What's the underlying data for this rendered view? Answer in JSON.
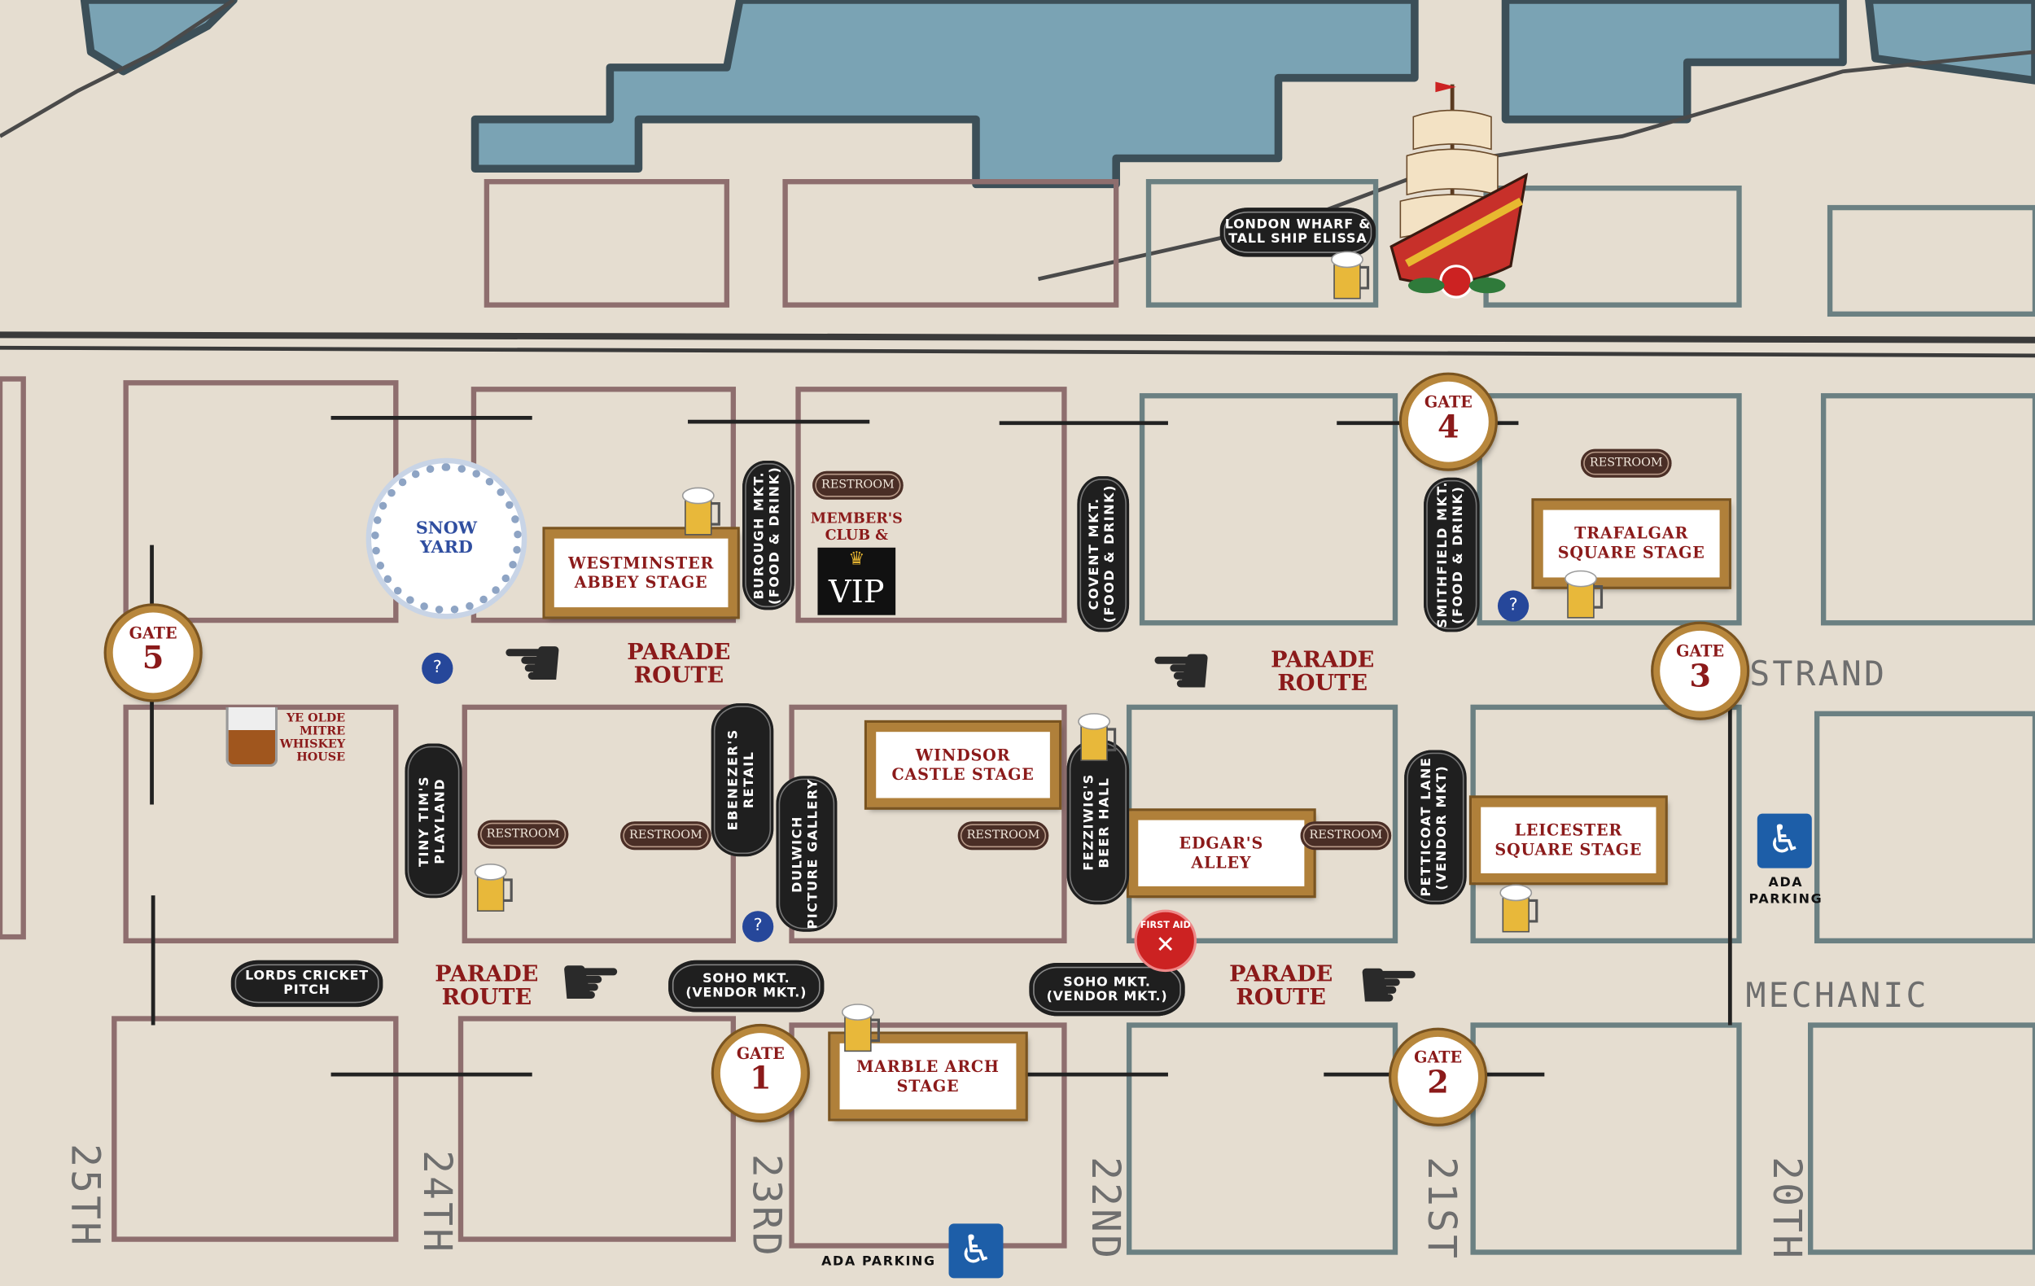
{
  "colors": {
    "background": "#e5ddd0",
    "water": "#7aa3b4",
    "west_blocks": "#8e6e6e",
    "east_blocks": "#6b8082",
    "accent_red": "#8b1a1a",
    "frame_gold": "#b0803a"
  },
  "gates": [
    {
      "label": "GATE",
      "number": "5"
    },
    {
      "label": "GATE",
      "number": "4"
    },
    {
      "label": "GATE",
      "number": "3"
    },
    {
      "label": "GATE",
      "number": "2"
    },
    {
      "label": "GATE",
      "number": "1"
    }
  ],
  "stages": {
    "westminster": "WESTMINSTER\nABBEY STAGE",
    "trafalgar": "TRAFALGAR\nSQUARE STAGE",
    "windsor": "WINDSOR\nCASTLE STAGE",
    "edgars": "EDGAR'S\nALLEY",
    "leicester": "LEICESTER\nSQUARE STAGE",
    "marble_arch": "MARBLE ARCH\nSTAGE"
  },
  "vertical_signs": {
    "burough": "BUROUGH MKT.\n(FOOD & DRINK)",
    "covent": "COVENT MKT.\n(FOOD & DRINK)",
    "smithfield": "SMITHFIELD MKT.\n(FOOD & DRINK)",
    "tiny_tim": "TINY TIM'S\nPLAYLAND",
    "ebenezer": "EBENEZER'S\nRETAIL",
    "dulwich": "DULWICH\nPICTURE GALLERY",
    "fezziwig": "FEZZIWIG'S\nBEER HALL",
    "petticoat": "PETTICOAT LANE\n(VENDOR MKT)"
  },
  "horizontal_signs": {
    "lords": "LORDS CRICKET\nPITCH",
    "soho1": "SOHO MKT.\n(VENDOR MKT.)",
    "soho2": "SOHO MKT.\n(VENDOR MKT.)",
    "wharf": "LONDON WHARF &\nTALL SHIP ELISSA"
  },
  "restroom_label": "RESTROOM",
  "snow_yard": "SNOW\nYARD",
  "members_club": "MEMBER'S\nCLUB &",
  "vip": "VIP",
  "whiskey_house": "YE OLDE\nMITRE\nWHISKEY\nHOUSE",
  "parade_route": "PARADE\nROUTE",
  "info_symbol": "?",
  "first_aid": "FIRST AID",
  "ada_parking": "ADA\nPARKING",
  "ada_parking_bottom": "ADA PARKING",
  "streets": {
    "strand": "STRAND",
    "mechanic": "MECHANIC",
    "s25": "25TH",
    "s24": "24TH",
    "s23": "23RD",
    "s22": "22ND",
    "s21": "21ST",
    "s20": "20TH"
  }
}
